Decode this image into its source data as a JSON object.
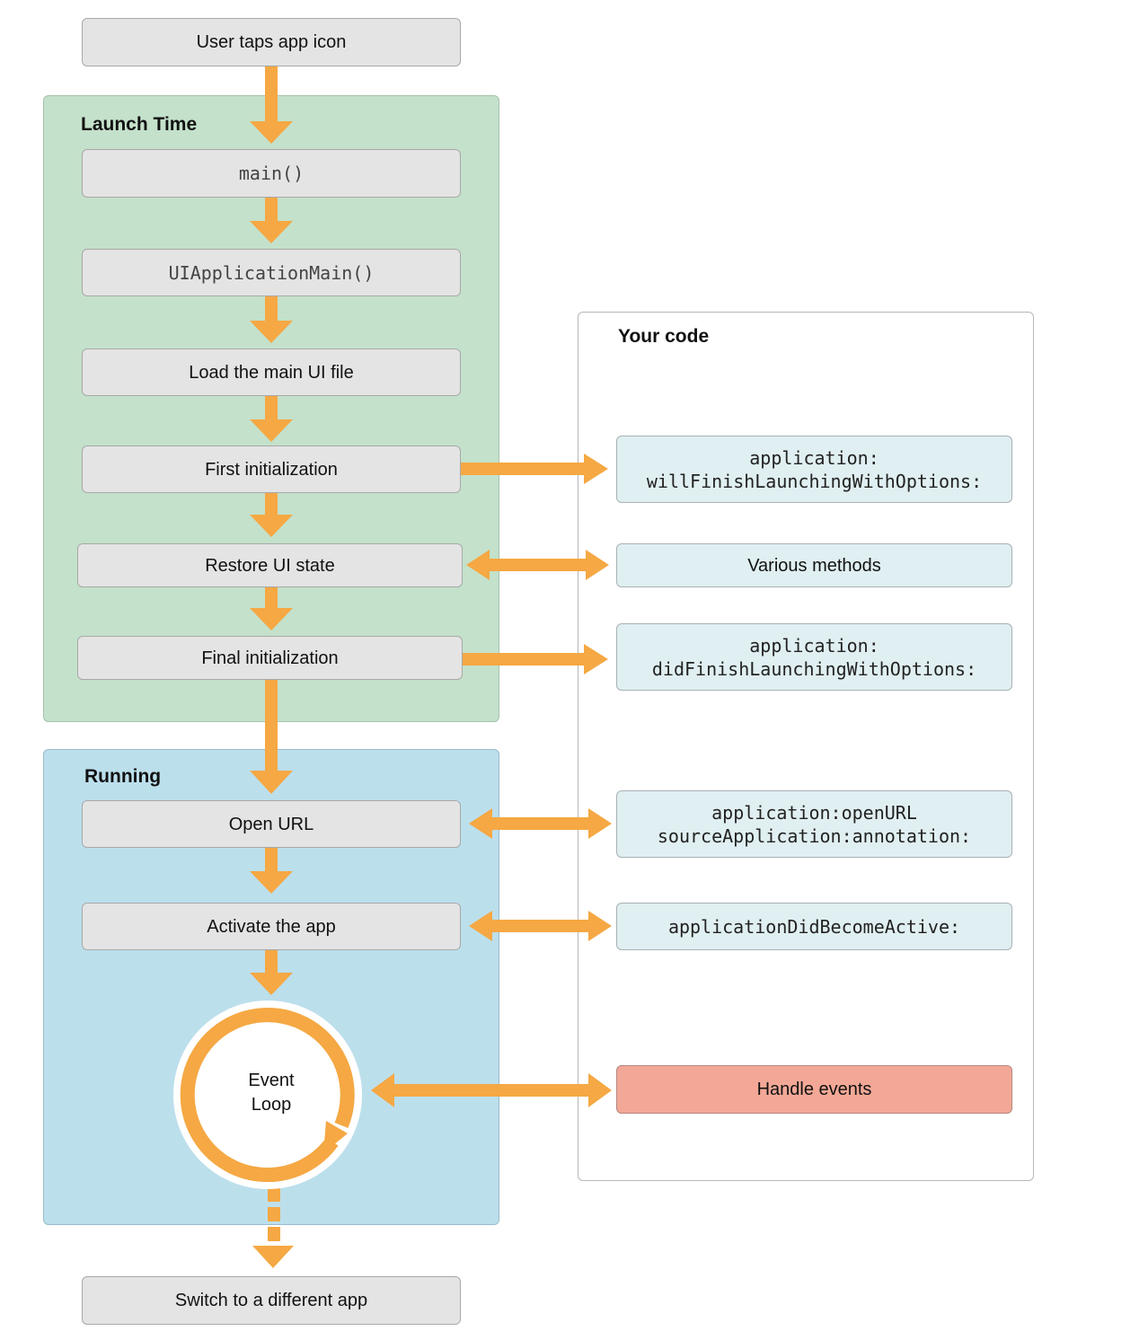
{
  "colors": {
    "arrow": "#f5a843",
    "launch_region": "#c4e1cb",
    "running_region": "#bcdfec",
    "step_box": "#e4e4e4",
    "code_box": "#e0eff1",
    "handle_events_box": "#f3a897"
  },
  "regions": {
    "launch": {
      "title": "Launch Time"
    },
    "running": {
      "title": "Running"
    },
    "your_code": {
      "title": "Your code"
    }
  },
  "steps": {
    "user_taps": "User taps app icon",
    "main": "main()",
    "uiapplicationmain": "UIApplicationMain()",
    "load_ui": "Load the main UI file",
    "first_init": "First initialization",
    "restore_ui": "Restore UI state",
    "final_init": "Final initialization",
    "open_url": "Open URL",
    "activate": "Activate the app",
    "event_loop": {
      "line1": "Event",
      "line2": "Loop"
    },
    "switch_app": "Switch to a different app"
  },
  "your_code_items": {
    "will_finish": {
      "line1": "application:",
      "line2": "willFinishLaunchingWithOptions:"
    },
    "various_methods": "Various methods",
    "did_finish": {
      "line1": "application:",
      "line2": "didFinishLaunchingWithOptions:"
    },
    "open_url": {
      "line1": "application:openURL",
      "line2": "sourceApplication:annotation:"
    },
    "did_become_active": "applicationDidBecomeActive:",
    "handle_events": "Handle events"
  }
}
